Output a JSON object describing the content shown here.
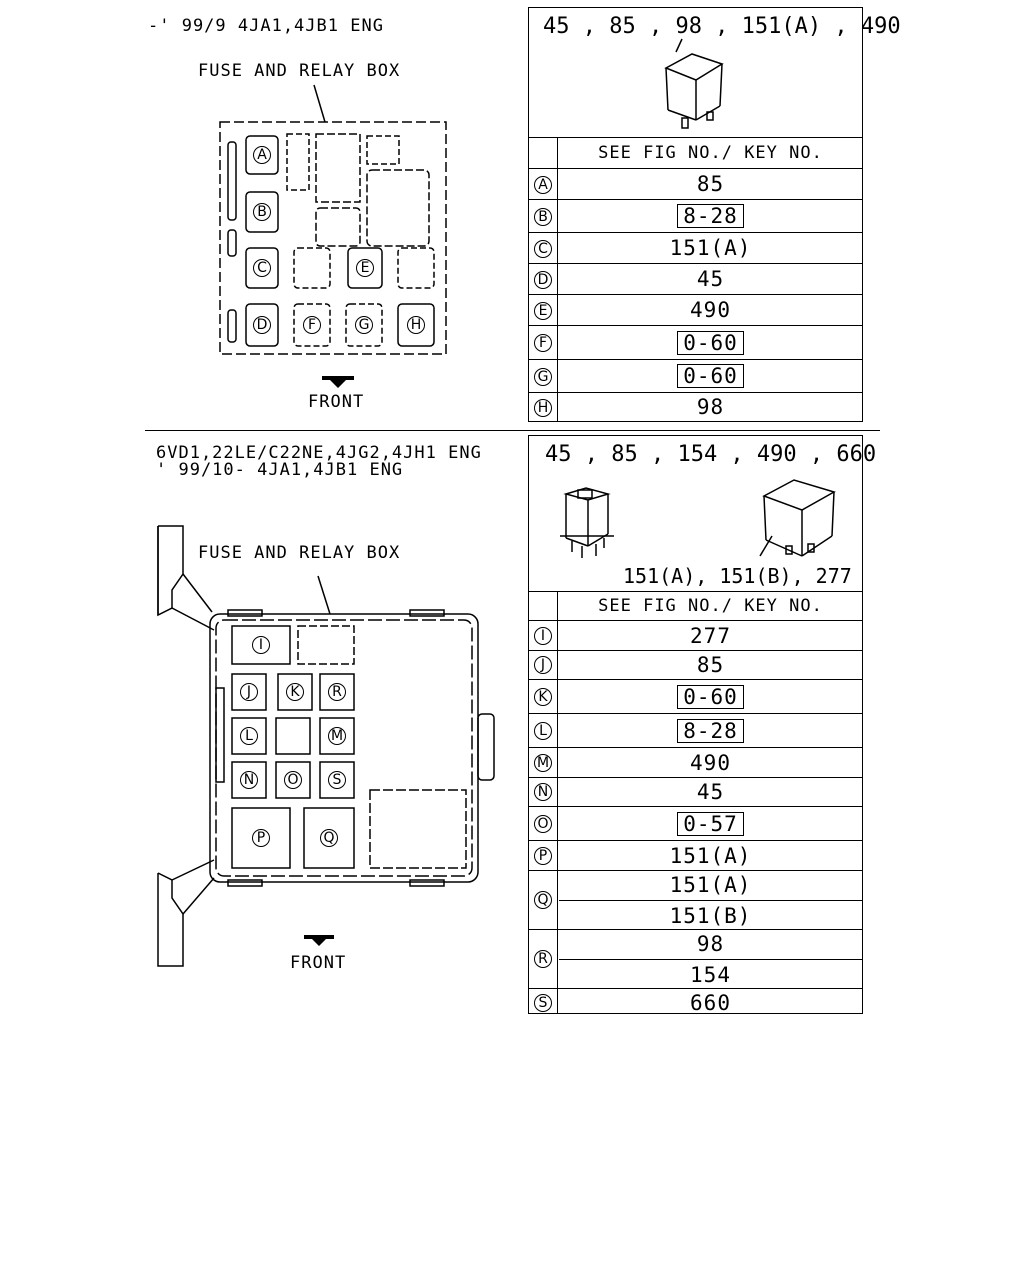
{
  "top_section": {
    "engine_label": "-' 99/9 4JA1,4JB1 ENG",
    "box_label": "FUSE AND RELAY BOX",
    "front_label": "FRONT",
    "key_letters": [
      "A",
      "B",
      "C",
      "D",
      "E",
      "F",
      "G",
      "H"
    ],
    "relay_header": "45 , 85 , 98 , 151(A) , 490",
    "table_header": "SEE FIG NO./ KEY NO.",
    "rows": [
      {
        "key": "A",
        "value": "85",
        "boxed": false
      },
      {
        "key": "B",
        "value": "8-28",
        "boxed": true
      },
      {
        "key": "C",
        "value": "151(A)",
        "boxed": false
      },
      {
        "key": "D",
        "value": "45",
        "boxed": false
      },
      {
        "key": "E",
        "value": "490",
        "boxed": false
      },
      {
        "key": "F",
        "value": "0-60",
        "boxed": true
      },
      {
        "key": "G",
        "value": "0-60",
        "boxed": true
      },
      {
        "key": "H",
        "value": "98",
        "boxed": false
      }
    ]
  },
  "bottom_section": {
    "engine_label_1": "6VD1,22LE/C22NE,4JG2,4JH1 ENG",
    "engine_label_2": "' 99/10- 4JA1,4JB1 ENG",
    "box_label": "FUSE AND RELAY BOX",
    "front_label": "FRONT",
    "key_letters": [
      "I",
      "J",
      "K",
      "R",
      "L",
      "M",
      "N",
      "O",
      "S",
      "P",
      "Q"
    ],
    "relay_header": "45 , 85 , 154 , 490 , 660",
    "relay_sub": "151(A), 151(B), 277",
    "table_header": "SEE FIG NO./ KEY NO.",
    "rows": [
      {
        "key": "I",
        "values": [
          {
            "v": "277",
            "boxed": false
          }
        ]
      },
      {
        "key": "J",
        "values": [
          {
            "v": "85",
            "boxed": false
          }
        ]
      },
      {
        "key": "K",
        "values": [
          {
            "v": "0-60",
            "boxed": true
          }
        ]
      },
      {
        "key": "L",
        "values": [
          {
            "v": "8-28",
            "boxed": true
          }
        ]
      },
      {
        "key": "M",
        "values": [
          {
            "v": "490",
            "boxed": false
          }
        ]
      },
      {
        "key": "N",
        "values": [
          {
            "v": "45",
            "boxed": false
          }
        ]
      },
      {
        "key": "O",
        "values": [
          {
            "v": "0-57",
            "boxed": true
          }
        ]
      },
      {
        "key": "P",
        "values": [
          {
            "v": "151(A)",
            "boxed": false
          }
        ]
      },
      {
        "key": "Q",
        "values": [
          {
            "v": "151(A)",
            "boxed": false
          },
          {
            "v": "151(B)",
            "boxed": false
          }
        ]
      },
      {
        "key": "R",
        "values": [
          {
            "v": "98",
            "boxed": false
          },
          {
            "v": "154",
            "boxed": false
          }
        ]
      },
      {
        "key": "S",
        "values": [
          {
            "v": "660",
            "boxed": false
          }
        ]
      }
    ]
  }
}
